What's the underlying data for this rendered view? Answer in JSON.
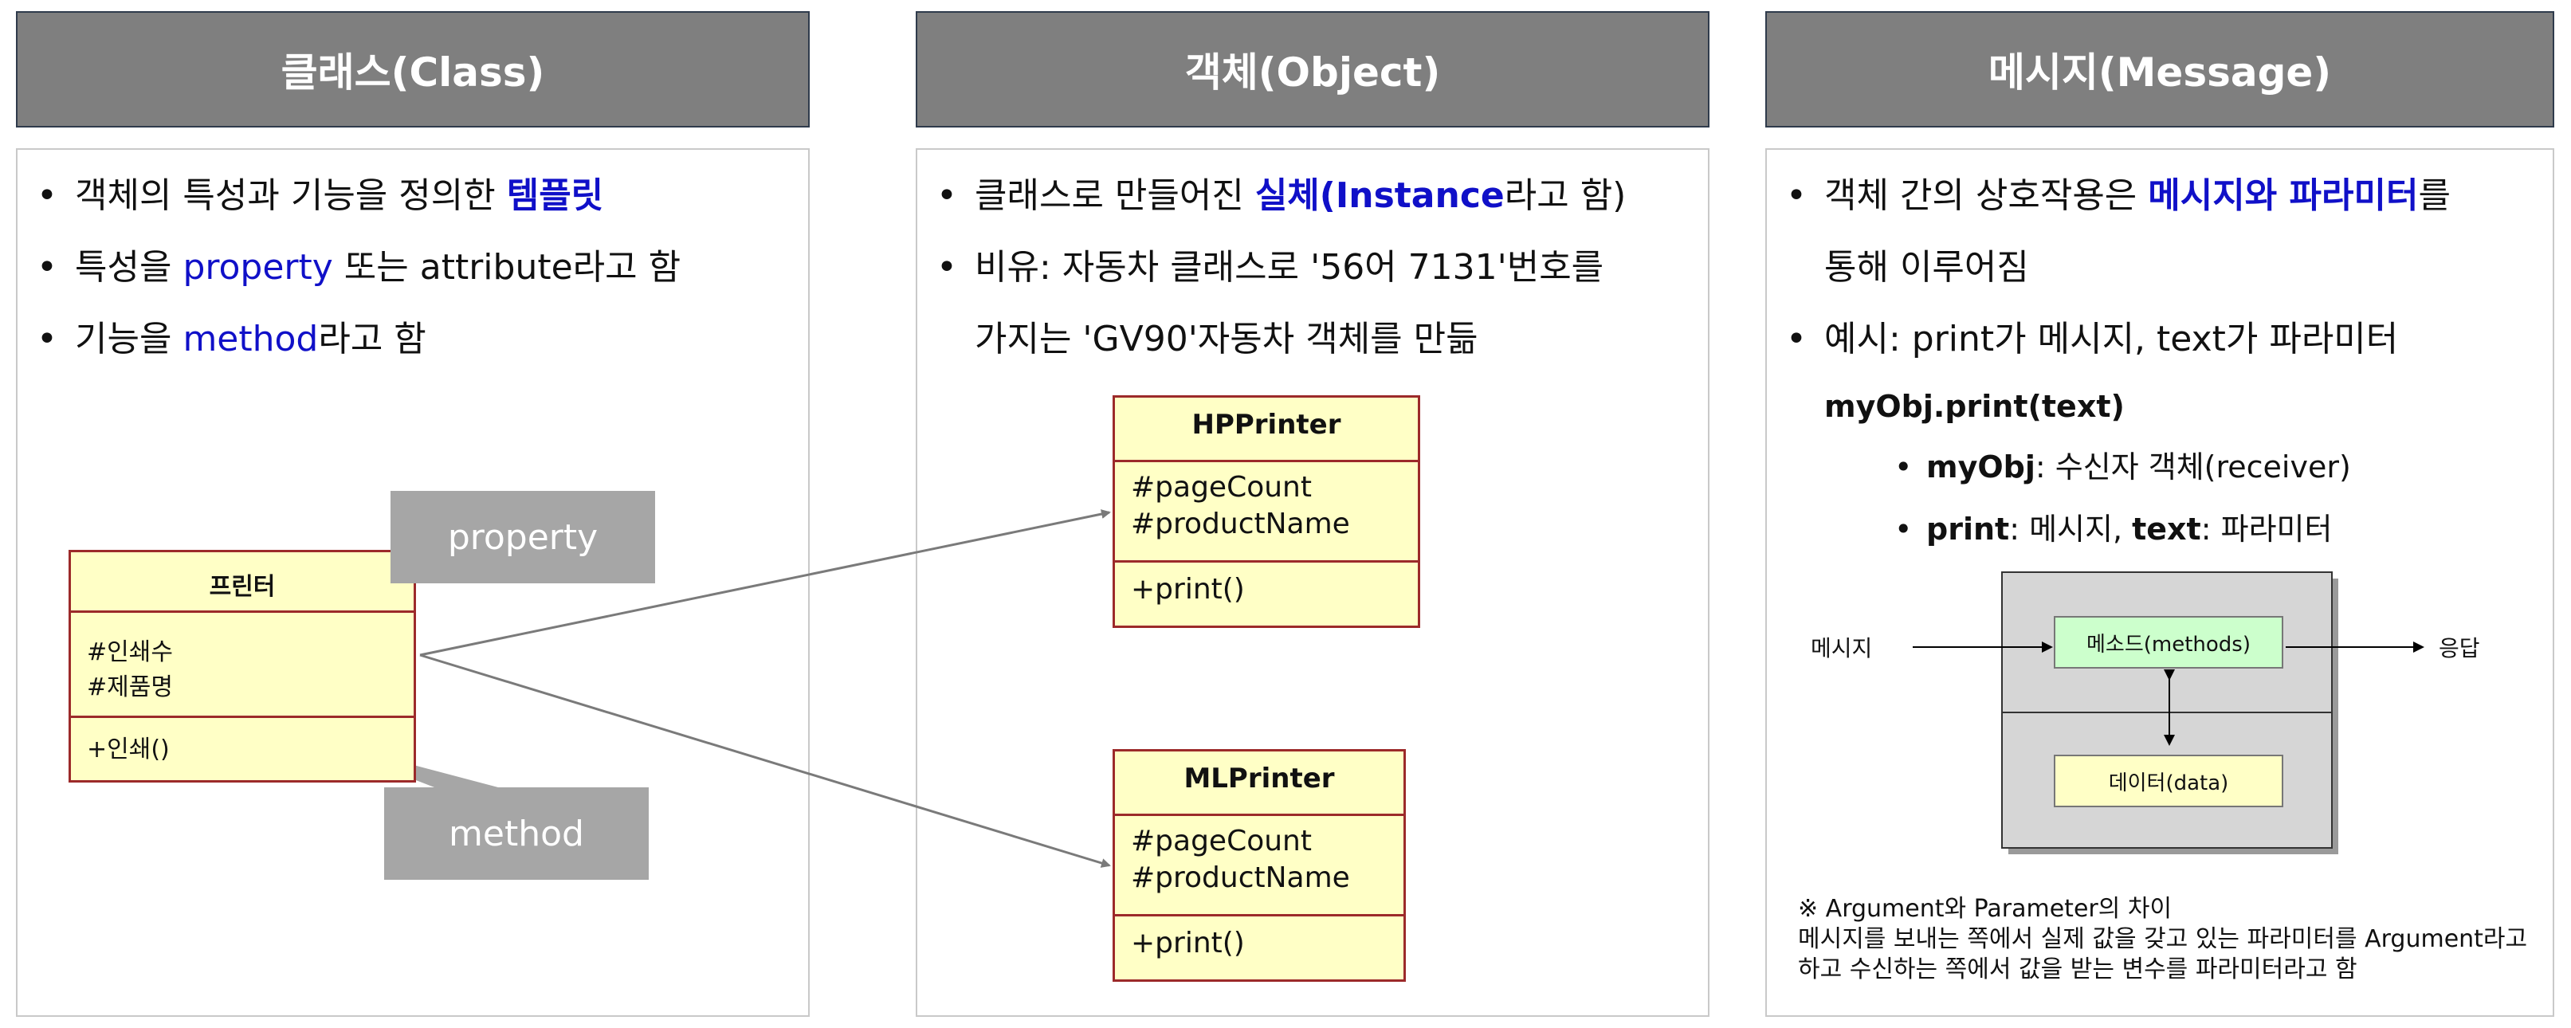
{
  "headers": {
    "class": "클래스(Class)",
    "object": "객체(Object)",
    "message": "메시지(Message)"
  },
  "class_panel": {
    "b1_pre": "객체의 특성과 기능을 정의한 ",
    "b1_em": "템플릿",
    "b2_pre": "특성을 ",
    "b2_em": "property",
    "b2_post": " 또는 attribute라고 함",
    "b3_pre": "기능을 ",
    "b3_em": "method",
    "b3_post": "라고 함",
    "uml_title": "프린터",
    "uml_attr1": "#인쇄수",
    "uml_attr2": "#제품명",
    "uml_method": "+인쇄()",
    "callout_property": "property",
    "callout_method": "method"
  },
  "object_panel": {
    "b1_pre": "클래스로 만들어진 ",
    "b1_em": "실체(Instance",
    "b1_post": "라고 함)",
    "b2_line1": "비유: 자동차 클래스로 '56어 7131'번호를",
    "b2_line2": "가지는 'GV90'자동차 객체를 만듦",
    "hp": {
      "title": "HPPrinter",
      "attr1": "#pageCount",
      "attr2": "#productName",
      "method": "+print()"
    },
    "ml": {
      "title": "MLPrinter",
      "attr1": "#pageCount",
      "attr2": "#productName",
      "method": "+print()"
    }
  },
  "message_panel": {
    "b1_pre": "객체 간의 상호작용은 ",
    "b1_em": "메시지와 파라미터",
    "b1_post": "를",
    "b1_line2": "통해 이루어짐",
    "b2": "예시: print가 메시지, text가 파라미터",
    "code": "myObj.print(text)",
    "s1_key": "myObj",
    "s1_rest": ": 수신자 객체(receiver)",
    "s2_key": "print",
    "s2_mid": ": 메시지, ",
    "s2_key2": "text",
    "s2_rest": ": 파라미터",
    "diagram": {
      "message_label": "메시지",
      "response_label": "응답",
      "methods_label": "메소드(methods)",
      "data_label": "데이터(data)"
    },
    "note_line1": "※ Argument와 Parameter의 차이",
    "note_line2": "메시지를 보내는 쪽에서 실제 값을 갖고 있는 파라미터를 Argument라고",
    "note_line3": "하고 수신하는 쪽에서 값을 받는 변수를 파라미터라고 함"
  },
  "colors": {
    "header_bg": "#7f7f7f",
    "accent_blue": "#1010c8",
    "uml_fill": "#ffffc6",
    "uml_border": "#9c2a2a",
    "callout_bg": "#a6a6a6",
    "methods_fill": "#ccffcc"
  }
}
